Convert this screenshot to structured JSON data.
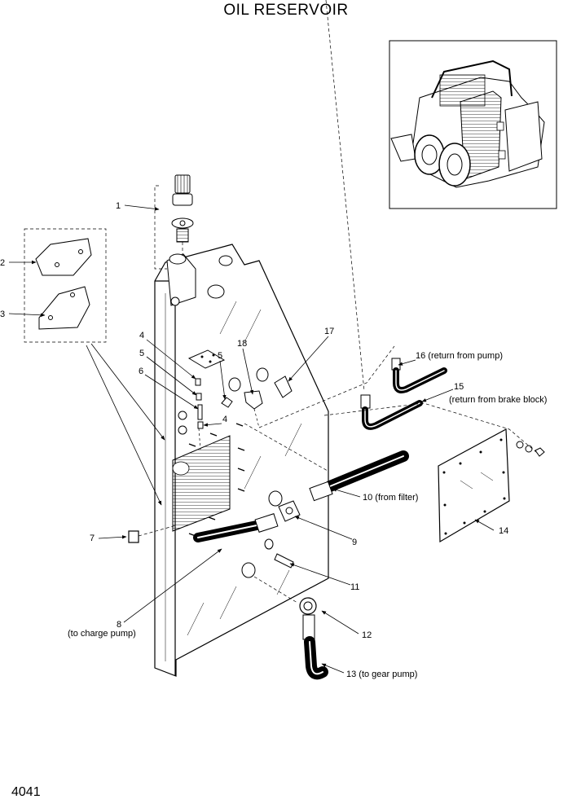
{
  "title": "OIL RESERVOIR",
  "page_number": "4041",
  "callouts": {
    "c1": "1",
    "c2": "2",
    "c3": "3",
    "c4a": "4",
    "c4b": "4",
    "c5a": "5",
    "c5b": "5",
    "c6": "6",
    "c7": "7",
    "c8": "8",
    "c8_note": "(to charge pump)",
    "c9": "9",
    "c10": "10 (from filter)",
    "c11": "11",
    "c12": "12",
    "c13": "13 (to gear pump)",
    "c14": "14",
    "c15": "15",
    "c15_note": "(return from brake block)",
    "c16": "16 (return from pump)",
    "c17": "17",
    "c18": "18"
  }
}
